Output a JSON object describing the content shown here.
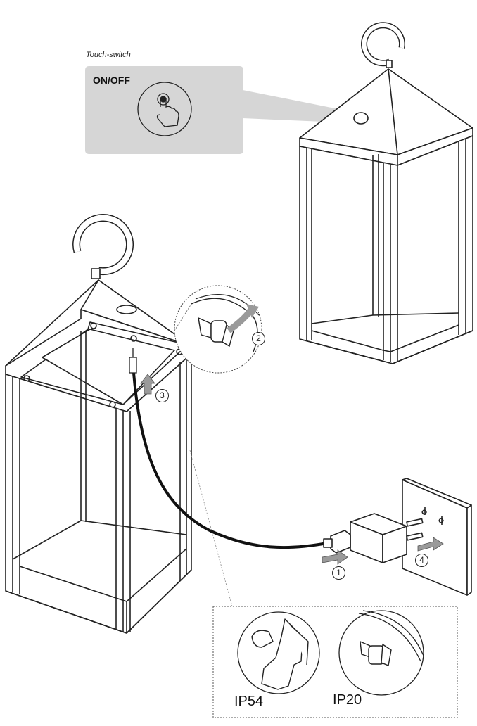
{
  "touch_panel": {
    "caption": "Touch-switch",
    "button_label": "ON/OFF"
  },
  "steps": [
    {
      "id": "step-1",
      "label": "1"
    },
    {
      "id": "step-2",
      "label": "2"
    },
    {
      "id": "step-3",
      "label": "3"
    },
    {
      "id": "step-4",
      "label": "4"
    }
  ],
  "inset": {
    "left_label": "IP54",
    "right_label": "IP20"
  },
  "colors": {
    "line": "#222222",
    "panel": "#d6d6d6",
    "arrow": "#9a9a9a"
  }
}
